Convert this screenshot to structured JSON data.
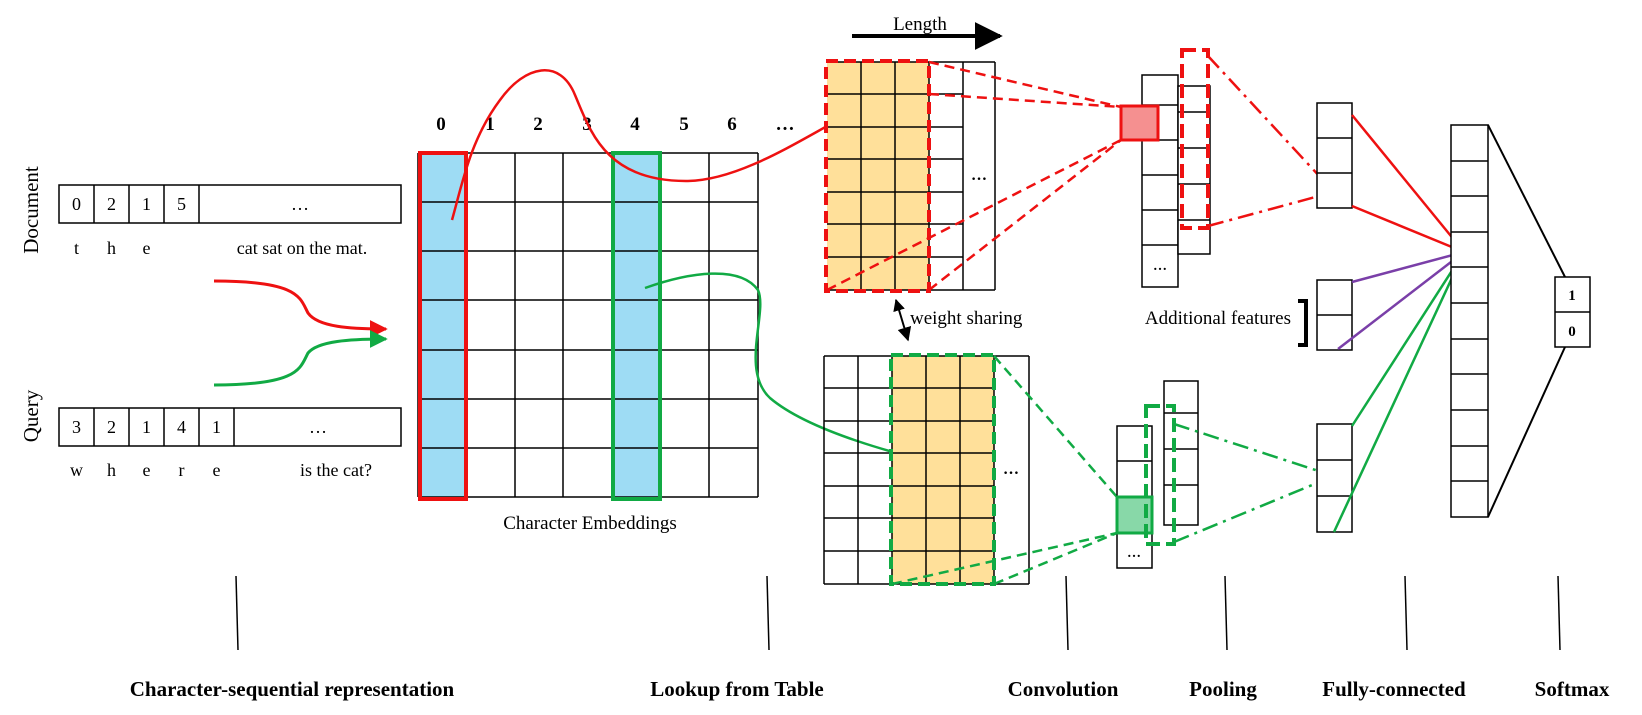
{
  "document": {
    "side_label": "Document",
    "indices": [
      "0",
      "2",
      "1",
      "5"
    ],
    "ellipsis": "…",
    "chars": [
      "t",
      "h",
      "e"
    ],
    "rest_text": "cat sat on the mat."
  },
  "query": {
    "side_label": "Query",
    "indices": [
      "3",
      "2",
      "1",
      "4",
      "1"
    ],
    "ellipsis": "…",
    "chars": [
      "w",
      "h",
      "e",
      "r",
      "e"
    ],
    "rest_text": "is the cat?"
  },
  "embedding_table": {
    "column_headers": [
      "0",
      "1",
      "2",
      "3",
      "4",
      "5",
      "6",
      "…"
    ],
    "caption": "Character Embeddings"
  },
  "length_label": "Length",
  "weight_sharing_label": "weight sharing",
  "matrix_ellipsis": "…",
  "additional_features_label": "Additional features",
  "softmax_outputs": [
    "1",
    "0"
  ],
  "stages": [
    "Character-sequential representation",
    "Lookup from Table",
    "Convolution",
    "Pooling",
    "Fully-connected",
    "Softmax"
  ],
  "colors": {
    "document_path": "#ee1111",
    "query_path": "#11aa44",
    "embedding_fill": "#9edcf4",
    "filter_fill": "#ffe09a",
    "feature_red": "#f59090",
    "feature_green": "#88d8a8",
    "extra_features_path": "#7a3fa8"
  }
}
